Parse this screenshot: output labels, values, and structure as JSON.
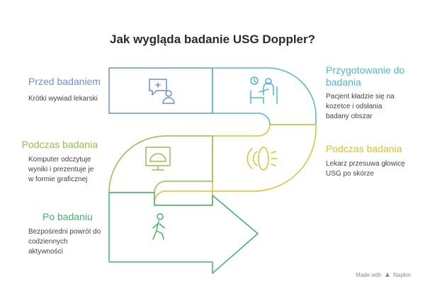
{
  "title": "Jak wygląda badanie USG Doppler?",
  "steps": [
    {
      "title": "Przed badaniem",
      "desc": "Krótki wywiad lekarski",
      "color": "#6b8fde",
      "icon": "doctor-consultation-icon"
    },
    {
      "title": "Przygotowanie do badania",
      "desc": "Pacjent kładzie się na kozetce i odsłania badany obszar",
      "color": "#4fb8cc",
      "icon": "patient-preparation-icon"
    },
    {
      "title": "Podczas badania",
      "desc": "Lekarz przesuwa głowicę USG po skórze",
      "color": "#d9c32a",
      "icon": "ultrasound-probe-icon"
    },
    {
      "title": "Podczas badania",
      "desc": "Komputer odczytuje wyniki i prezentuje je w formie graficznej",
      "color": "#93c04a",
      "icon": "monitor-icon"
    },
    {
      "title": "Po badaniu",
      "desc": "Bezpośredni powrót do codziennych aktywności",
      "color": "#3fb56d",
      "icon": "walking-person-icon"
    }
  ],
  "footer": {
    "made_with": "Made with",
    "brand": "Napkin"
  }
}
